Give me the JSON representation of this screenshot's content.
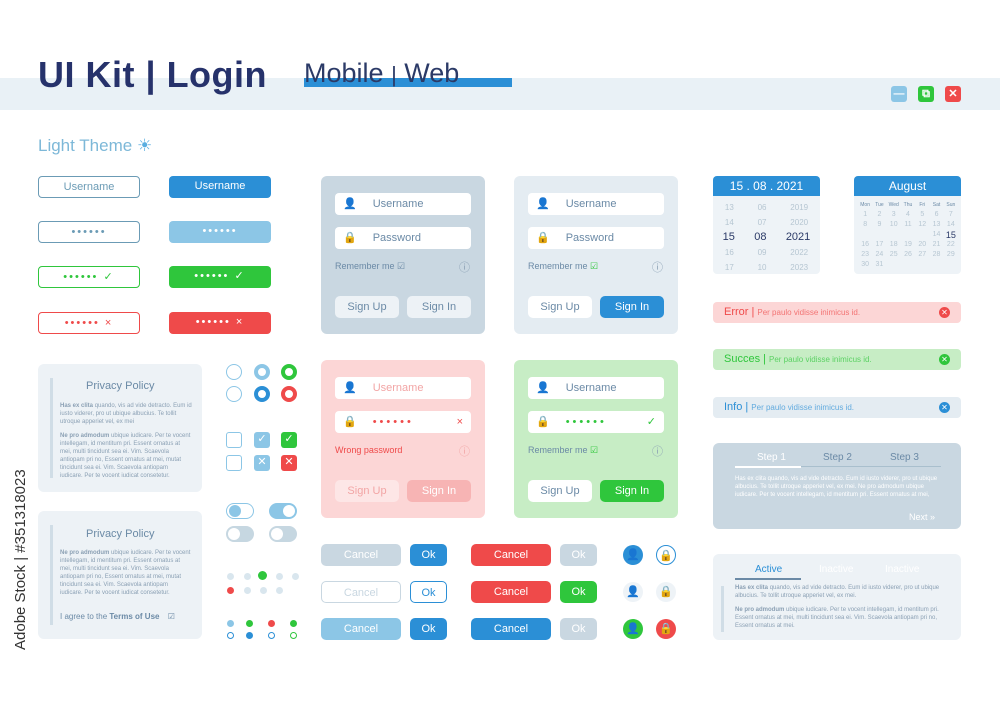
{
  "header": {
    "title": "UI Kit | Login",
    "mobile": "Mobile",
    "sep": "|",
    "web": "Web"
  },
  "theme": {
    "label": "Light Theme"
  },
  "inputs": {
    "username": "Username",
    "dots": "••••••",
    "check": "✓",
    "cross": "×"
  },
  "login": {
    "username": "Username",
    "password": "Password",
    "remember": "Remember me",
    "sign_up": "Sign Up",
    "sign_in": "Sign In",
    "wrong": "Wrong password",
    "dots": "••••••"
  },
  "privacy": {
    "title": "Privacy Policy",
    "p1_bold": "Has ex clita",
    "p1": "quando, vis ad vide detracto. Eum id iusto viderer, pro ut ubique albucius. Te tollit utroque apperiet vel, ex mei",
    "p2_bold": "Ne pro admodum",
    "p2": "ubique iudicare. Per te vocent intellegam, id mentitum pri. Essent ornatus at mei, multi tincidunt sea ei. Vim. Scaevola antiopam pri no, Essent ornatus at mei, mutat tincidunt sea ei. Vim. Scaevola antiopam iudicare. Per te vocent iudicat consetetur.",
    "agree": "I agree to the",
    "terms": "Terms of Use"
  },
  "buttons": {
    "cancel": "Cancel",
    "ok": "Ok"
  },
  "calendar1": {
    "date": "15 . 08 . 2021",
    "rows": [
      [
        "13",
        "06",
        "2019"
      ],
      [
        "14",
        "07",
        "2020"
      ],
      [
        "15",
        "08",
        "2021"
      ],
      [
        "16",
        "09",
        "2022"
      ],
      [
        "17",
        "10",
        "2023"
      ]
    ]
  },
  "calendar2": {
    "month": "August",
    "days": [
      "Mon",
      "Tue",
      "Wed",
      "Thu",
      "Fri",
      "Sat",
      "Sun"
    ],
    "weeks": [
      [
        "",
        "",
        "",
        "",
        "",
        "",
        ""
      ],
      [
        "1",
        "2",
        "3",
        "4",
        "5",
        "6",
        "7"
      ],
      [
        "8",
        "9",
        "10",
        "11",
        "12",
        "13",
        "14"
      ],
      [
        "",
        "",
        "",
        "",
        "",
        "14",
        "15"
      ],
      [
        "16",
        "17",
        "18",
        "19",
        "20",
        "21",
        "22"
      ],
      [
        "23",
        "24",
        "25",
        "26",
        "27",
        "28",
        "29"
      ],
      [
        "30",
        "31",
        "",
        "",
        "",
        "",
        ""
      ]
    ]
  },
  "alerts": {
    "error": "Error",
    "success": "Succes",
    "info": "Info",
    "sep": "|",
    "placeholder": "Per paulo vidisse inimicus id."
  },
  "steps": {
    "step1": "Step 1",
    "step2": "Step 2",
    "step3": "Step 3",
    "text": "Has ex clita quando, vis ad vide detracto. Eum id iusto viderer, pro ut ubique albucius. Te tollit utroque apperiet vel, ex mei. Ne pro admodum ubique iudicare. Per te vocent intellegam, id mentitum pri. Essent ornatus at mei, multi tincidunt sea ei. Vim. Scaevola antiopam pri no, Essent ornatus at mei.",
    "next": "Next »"
  },
  "tabs": {
    "active": "Active",
    "inactive1": "Inactive",
    "inactive2": "Inactive",
    "p1_bold": "Has ex clita",
    "p1": "quando, vis ad vide detracto. Eum id iusto viderer, pro ut ubique albucius. Te tollit utroque apperiet vel, ex mei.",
    "p2_bold": "Ne pro admodum",
    "p2": "ubique iudicare. Per te vocent intellegam, id mentitum pri. Essent ornatus at mei, multi tincidunt sea ei. Vim. Scaevola antiopam pri no, Essent ornatus at mei."
  },
  "watermark": {
    "text": "Adobe Stock | #351318023"
  },
  "colors": {
    "navy": "#26326b",
    "blue": "#2b8fd6",
    "green": "#2fc63c",
    "red": "#ef4a4a",
    "gray_blue": "#c6d7e1"
  }
}
